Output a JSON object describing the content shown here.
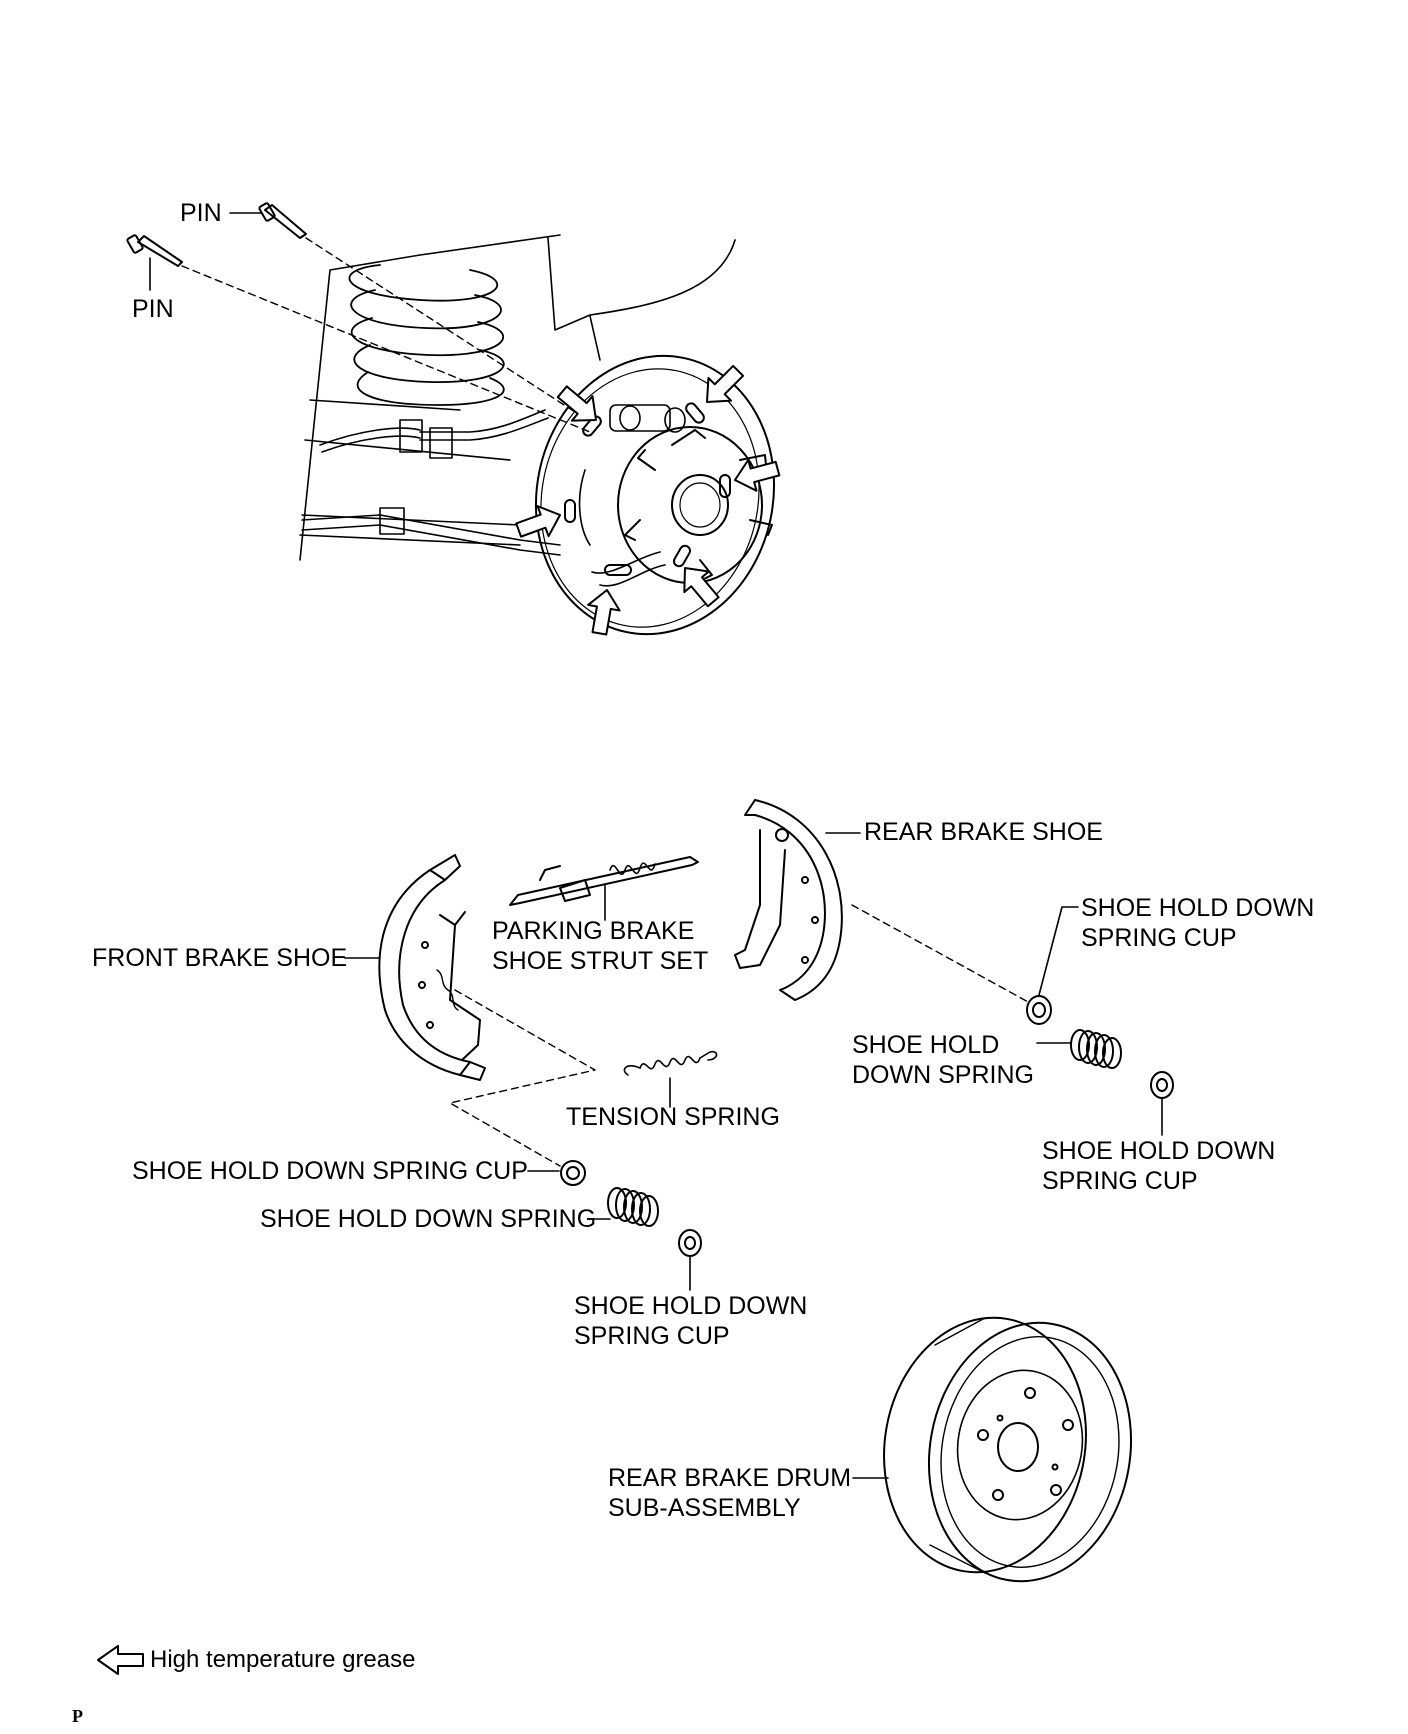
{
  "labels": {
    "pin_top": "PIN",
    "pin_left": "PIN",
    "rear_brake_shoe": "REAR BRAKE SHOE",
    "parking_strut": [
      "PARKING BRAKE",
      "SHOE STRUT SET"
    ],
    "front_brake_shoe": "FRONT BRAKE SHOE",
    "cup_right_upper": [
      "SHOE HOLD DOWN",
      "SPRING CUP"
    ],
    "spring_right": [
      "SHOE HOLD",
      "DOWN SPRING"
    ],
    "cup_right_lower": [
      "SHOE HOLD DOWN",
      "SPRING CUP"
    ],
    "tension_spring": "TENSION SPRING",
    "cup_left": "SHOE HOLD DOWN SPRING CUP",
    "spring_left": "SHOE HOLD DOWN SPRING",
    "cup_bottom": [
      "SHOE HOLD DOWN",
      "SPRING CUP"
    ],
    "drum": [
      "REAR BRAKE DRUM",
      "SUB-ASSEMBLY"
    ]
  },
  "legend": {
    "icon": "hollow-arrow-icon",
    "text": "High temperature grease"
  },
  "page_code": "P"
}
